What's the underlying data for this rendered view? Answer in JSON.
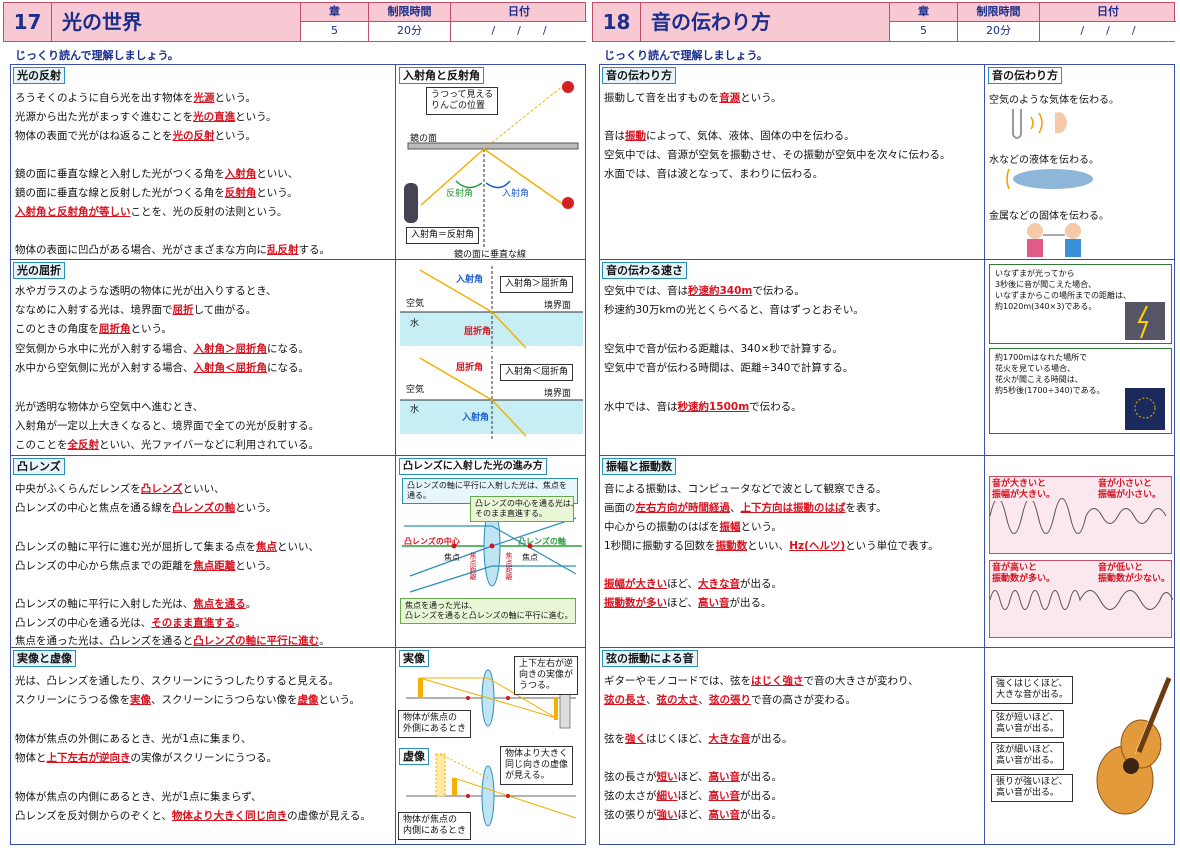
{
  "left": {
    "num": "17",
    "title": "光の世界",
    "hdr": {
      "chapter_label": "章",
      "chapter": "5",
      "time_label": "制限時間",
      "time": "20分",
      "date_label": "日付",
      "date": "/　　/　　/"
    },
    "intro": "じっくり読んで理解しましょう。",
    "s1": {
      "tag": "光の反射",
      "l1a": "ろうそくのように自ら光を出す物体を",
      "l1b": "光源",
      "l1c": "という。",
      "l2a": "光源から出た光がまっすぐ進むことを",
      "l2b": "光の直進",
      "l2c": "という。",
      "l3a": "物体の表面で光がはね返ることを",
      "l3b": "光の反射",
      "l3c": "という。",
      "l4a": "鏡の面に垂直な線と入射した光がつくる角を",
      "l4b": "入射角",
      "l4c": "といい、",
      "l5a": "鏡の面に垂直な線と反射した光がつくる角を",
      "l5b": "反射角",
      "l5c": "という。",
      "l6a": "入射角と反射角が等しい",
      "l6b": "ことを、光の反射の法則という。",
      "l7a": "物体の表面に凹凸がある場合、光がさまざまな方向に",
      "l7b": "乱反射",
      "l7c": "する。",
      "fig": {
        "tag": "入射角と反射角",
        "apple_note": "うつって見える\nりんごの位置",
        "mirror": "鏡の面",
        "refl": "反射角",
        "inc": "入射角",
        "eq": "入射角＝反射角",
        "perp": "鏡の面に垂直な線"
      }
    },
    "s2": {
      "tag": "光の屈折",
      "l1": "水やガラスのような透明の物体に光が出入りするとき、",
      "l2a": "ななめに入射する光は、境界面で",
      "l2b": "屈折",
      "l2c": "して曲がる。",
      "l3a": "このときの角度を",
      "l3b": "屈折角",
      "l3c": "という。",
      "l4a": "空気側から水中に光が入射する場合、",
      "l4b": "入射角＞屈折角",
      "l4c": "になる。",
      "l5a": "水中から空気側に光が入射する場合、",
      "l5b": "入射角＜屈折角",
      "l5c": "になる。",
      "l6": "光が透明な物体から空気中へ進むとき、",
      "l7": "入射角が一定以上大きくなると、境界面で全ての光が反射する。",
      "l8a": "このことを",
      "l8b": "全反射",
      "l8c": "といい、光ファイバーなどに利用されている。",
      "fig": {
        "inc1": "入射角",
        "gt": "入射角＞屈折角",
        "air1": "空気",
        "border1": "境界面",
        "water1": "水",
        "ref1": "屈折角",
        "ref2": "屈折角",
        "lt": "入射角＜屈折角",
        "air2": "空気",
        "border2": "境界面",
        "water2": "水",
        "inc2": "入射角"
      }
    },
    "s3": {
      "tag": "凸レンズ",
      "l1a": "中央がふくらんだレンズを",
      "l1b": "凸レンズ",
      "l1c": "といい、",
      "l2a": "凸レンズの中心と焦点を通る線を",
      "l2b": "凸レンズの軸",
      "l2c": "という。",
      "l3a": "凸レンズの軸に平行に進む光が屈折して集まる点を",
      "l3b": "焦点",
      "l3c": "といい、",
      "l4a": "凸レンズの中心から焦点までの距離を",
      "l4b": "焦点距離",
      "l4c": "という。",
      "l5a": "凸レンズの軸に平行に入射した光は、",
      "l5b": "焦点を通る",
      "l5c": "。",
      "l6a": "凸レンズの中心を通る光は、",
      "l6b": "そのまま直進する",
      "l6c": "。",
      "l7a": "焦点を通った光は、凸レンズを通ると",
      "l7b": "凸レンズの軸に平行に進む",
      "l7c": "。",
      "fig": {
        "tag": "凸レンズに入射した光の進み方",
        "n1": "凸レンズの軸に平行に入射した光は、焦点を通る。",
        "n2": "凸レンズの中心を通る光は、\nそのまま直進する。",
        "center": "凸レンズの中心",
        "axis": "凸レンズの軸",
        "f1": "焦点",
        "f2": "焦点",
        "d1": "焦点距離",
        "d2": "焦点距離",
        "n3": "焦点を通った光は、\n凸レンズを通ると凸レンズの軸に平行に進む。"
      }
    },
    "s4": {
      "tag": "実像と虚像",
      "l1": "光は、凸レンズを通したり、スクリーンにうつしたりすると見える。",
      "l2a": "スクリーンにうつる像を",
      "l2b": "実像",
      "l2c": "、スクリーンにうつらない像を",
      "l2d": "虚像",
      "l2e": "という。",
      "l3": "物体が焦点の外側にあるとき、光が1点に集まり、",
      "l4a": "物体と",
      "l4b": "上下左右が逆向き",
      "l4c": "の実像がスクリーンにうつる。",
      "l5": "物体が焦点の内側にあるとき、光が1点に集まらず、",
      "l6a": "凸レンズを反対側からのぞくと、",
      "l6b": "物体より大きく同じ向き",
      "l6c": "の虚像が見える。",
      "fig": {
        "real": "実像",
        "realnote": "上下左右が逆\n向きの実像が\nうつる。",
        "outside": "物体が焦点の\n外側にあるとき",
        "virt": "虚像",
        "virtnote": "物体より大きく\n同じ向きの虚像\nが見える。",
        "inside": "物体が焦点の\n内側にあるとき"
      }
    }
  },
  "right": {
    "num": "18",
    "title": "音の伝わり方",
    "hdr": {
      "chapter_label": "章",
      "chapter": "5",
      "time_label": "制限時間",
      "time": "20分",
      "date_label": "日付",
      "date": "/　　/　　/"
    },
    "intro": "じっくり読んで理解しましょう。",
    "s1": {
      "tag": "音の伝わり方",
      "l1a": "振動して音を出すものを",
      "l1b": "音源",
      "l1c": "という。",
      "l2a": "音は",
      "l2b": "振動",
      "l2c": "によって、気体、液体、固体の中を伝わる。",
      "l3": "空気中では、音源が空気を振動させ、その振動が空気中を次々に伝わる。",
      "l4": "水面では、音は波となって、まわりに伝わる。",
      "fig": {
        "tag": "音の伝わり方",
        "gas": "空気のような気体を伝わる。",
        "liquid": "水などの液体を伝わる。",
        "solid": "金属などの固体を伝わる。"
      }
    },
    "s2": {
      "tag": "音の伝わる速さ",
      "l1a": "空気中では、音は",
      "l1b": "秒速約340m",
      "l1c": "で伝わる。",
      "l2": "秒速約30万kmの光とくらべると、音はずっとおそい。",
      "l3": "空気中で音が伝わる距離は、340×秒で計算する。",
      "l4": "空気中で音が伝わる時間は、距離÷340で計算する。",
      "l5a": "水中では、音は",
      "l5b": "秒速約1500m",
      "l5c": "で伝わる。",
      "fig": {
        "b1": "いなずまが光ってから\n3秒後に音が聞こえた場合、\nいなずまからこの場所までの距離は、\n約1020m(340×3)である。",
        "b2": "約1700mはなれた場所で\n花火を見ている場合、\n花火が聞こえる時間は、\n約5秒後(1700÷340)である。"
      }
    },
    "s3": {
      "tag": "振幅と振動数",
      "l1": "音による振動は、コンピュータなどで波として観察できる。",
      "l2a": "画面の",
      "l2b": "左右方向が時間経過",
      "l2c": "、",
      "l2d": "上下方向は振動のはば",
      "l2e": "を表す。",
      "l3a": "中心からの振動のはばを",
      "l3b": "振幅",
      "l3c": "という。",
      "l4a": "1秒間に振動する回数を",
      "l4b": "振動数",
      "l4c": "といい、",
      "l4d": "Hz(ヘルツ)",
      "l4e": "という単位で表す。",
      "l5a": "振幅が大きい",
      "l5b": "ほど、",
      "l5c": "大きな音",
      "l5d": "が出る。",
      "l6a": "振動数が多い",
      "l6b": "ほど、",
      "l6c": "高い音",
      "l6d": "が出る。",
      "fig": {
        "o1a": "音が大きいと\n振幅が大きい。",
        "o1b": "音が小さいと\n振幅が小さい。",
        "o2a": "音が高いと\n振動数が多い。",
        "o2b": "音が低いと\n振動数が少ない。"
      }
    },
    "s4": {
      "tag": "弦の振動による音",
      "l1a": "ギターやモノコードでは、弦を",
      "l1b": "はじく強さ",
      "l1c": "で音の大きさが変わり、",
      "l2a": "弦の長さ",
      "l2b": "、",
      "l2c": "弦の太さ",
      "l2d": "、",
      "l2e": "弦の張り",
      "l2f": "で音の高さが変わる。",
      "l3a": "弦を",
      "l3b": "強く",
      "l3c": "はじくほど、",
      "l3d": "大きな音",
      "l3e": "が出る。",
      "l4a": "弦の長さが",
      "l4b": "短い",
      "l4c": "ほど、",
      "l4d": "高い音",
      "l4e": "が出る。",
      "l5a": "弦の太さが",
      "l5b": "細い",
      "l5c": "ほど、",
      "l5d": "高い音",
      "l5e": "が出る。",
      "l6a": "弦の張りが",
      "l6b": "強い",
      "l6c": "ほど、",
      "l6d": "高い音",
      "l6e": "が出る。",
      "fig": {
        "g1": "強くはじくほど、\n大きな音が出る。",
        "g2": "弦が短いほど、\n高い音が出る。",
        "g3": "弦が細いほど、\n高い音が出る。",
        "g4": "張りが強いほど、\n高い音が出る。"
      }
    }
  }
}
